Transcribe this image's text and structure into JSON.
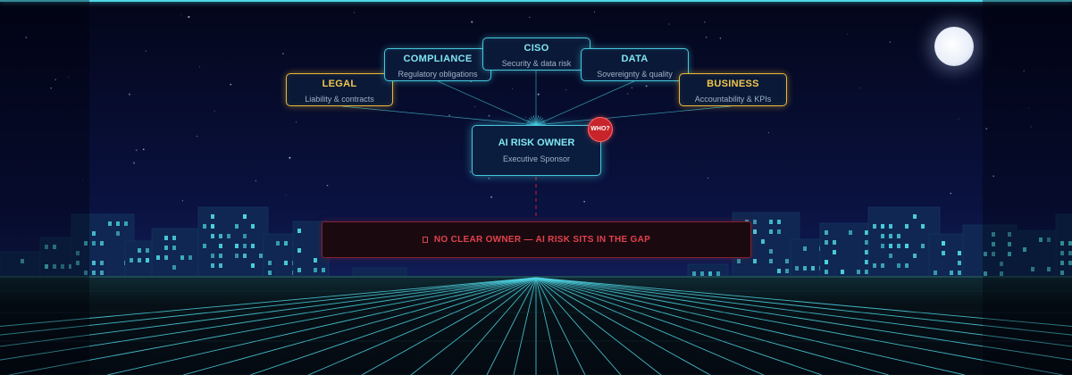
{
  "colors": {
    "accent_cyan": "#45c8dd",
    "accent_gold": "#e8b83a",
    "alert_red": "#e2424c",
    "sky_dark": "#03061a",
    "moon": "#e9eef8"
  },
  "stakeholders": [
    {
      "id": "legal",
      "title": "LEGAL",
      "subtitle": "Liability & contracts",
      "accent": "gold"
    },
    {
      "id": "compliance",
      "title": "COMPLIANCE",
      "subtitle": "Regulatory obligations",
      "accent": "cyan"
    },
    {
      "id": "ciso",
      "title": "CISO",
      "subtitle": "Security & data risk",
      "accent": "cyan"
    },
    {
      "id": "data",
      "title": "DATA",
      "subtitle": "Sovereignty & quality",
      "accent": "cyan"
    },
    {
      "id": "business",
      "title": "BUSINESS",
      "subtitle": "Accountability & KPIs",
      "accent": "gold"
    }
  ],
  "owner": {
    "title": "AI RISK OWNER",
    "subtitle": "Executive Sponsor",
    "badge": "WHO?"
  },
  "gap": {
    "icon": "warning-box-icon",
    "text": "NO CLEAR OWNER — AI RISK SITS IN THE GAP"
  }
}
